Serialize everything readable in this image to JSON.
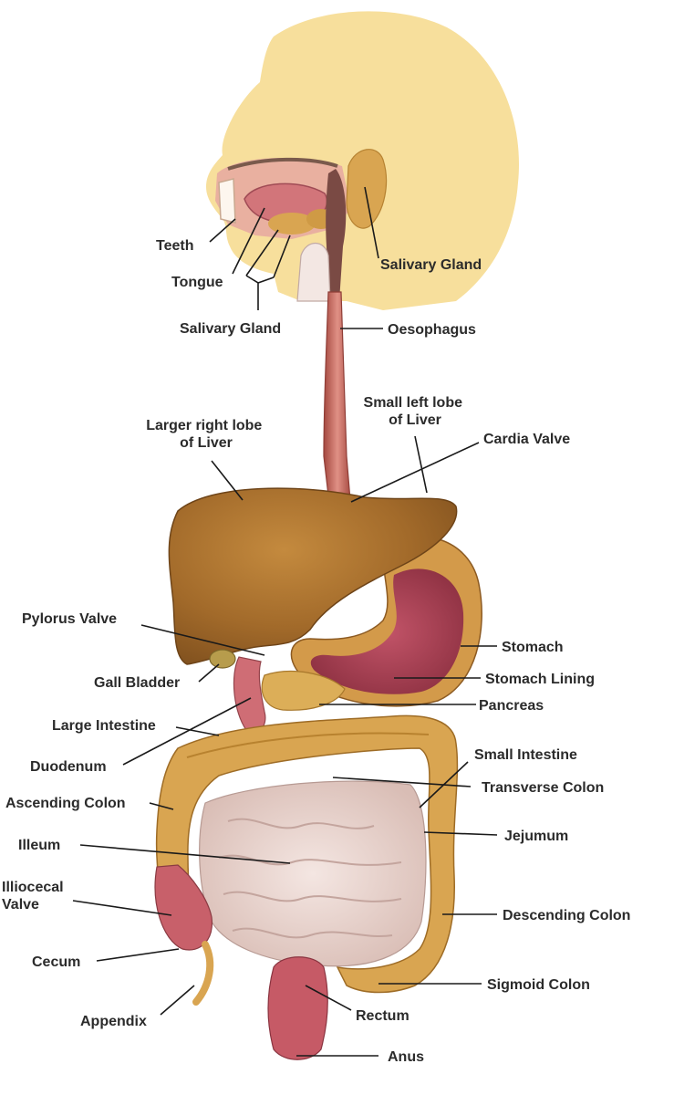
{
  "labels": {
    "teeth": "Teeth",
    "tongue": "Tongue",
    "salivary_gland_lower": "Salivary Gland",
    "salivary_gland_upper": "Salivary Gland",
    "oesophagus": "Oesophagus",
    "small_left_lobe": [
      "Small left lobe",
      "of Liver"
    ],
    "larger_right_lobe": [
      "Larger right lobe",
      "of Liver"
    ],
    "cardia_valve": "Cardia Valve",
    "pylorus_valve": "Pylorus Valve",
    "stomach": "Stomach",
    "gall_bladder": "Gall Bladder",
    "stomach_lining": "Stomach Lining",
    "pancreas": "Pancreas",
    "large_intestine": "Large Intestine",
    "duodenum": "Duodenum",
    "small_intestine": "Small Intestine",
    "transverse_colon": "Transverse Colon",
    "ascending_colon": "Ascending Colon",
    "jejumum": "Jejumum",
    "illeum": "Illeum",
    "illiocecal_valve": [
      "Illiocecal",
      "Valve"
    ],
    "descending_colon": "Descending Colon",
    "cecum": "Cecum",
    "sigmoid_colon": "Sigmoid Colon",
    "appendix": "Appendix",
    "rectum": "Rectum",
    "anus": "Anus"
  },
  "colors": {
    "head": "#f7df9c",
    "liver": "#a8702c",
    "esophagus": "#c96d62",
    "stomach_lining": "#b0485a",
    "colon": "#d9a551",
    "small_intestine": "#ecd8d2",
    "label_text": "#2b2b2b"
  }
}
